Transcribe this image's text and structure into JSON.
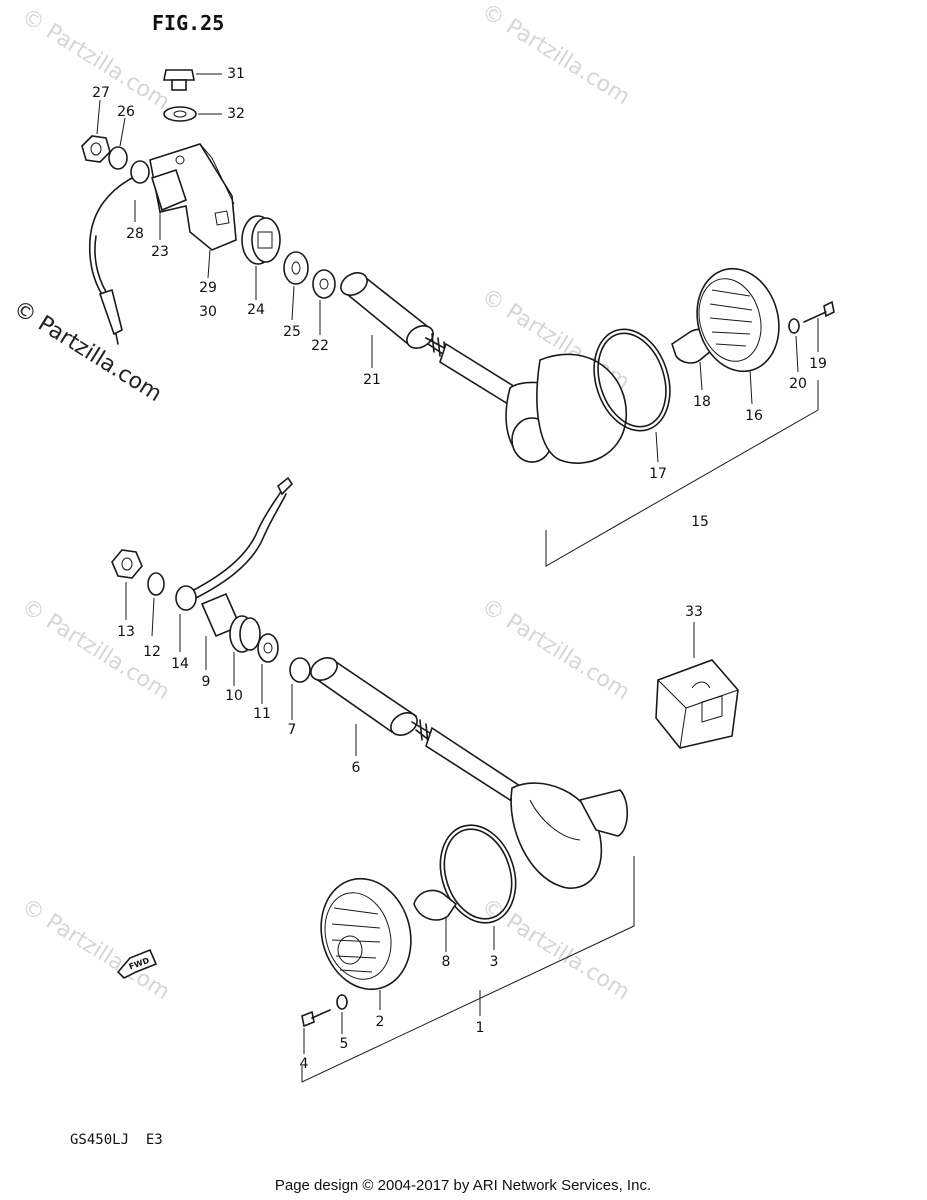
{
  "figure_title": "FIG.25",
  "model_code": "GS450LJ  E3",
  "footer": "Page design © 2004-2017 by ARI Network Services, Inc.",
  "watermark": "© Partzilla.com",
  "fwd_arrow_label": "FWD",
  "part_labels": [
    "31",
    "32",
    "27",
    "26",
    "28",
    "23",
    "29",
    "30",
    "24",
    "25",
    "22",
    "21",
    "18",
    "16",
    "20",
    "19",
    "17",
    "15",
    "13",
    "12",
    "14",
    "9",
    "10",
    "11",
    "7",
    "6",
    "33",
    "8",
    "3",
    "2",
    "5",
    "4",
    "1"
  ]
}
